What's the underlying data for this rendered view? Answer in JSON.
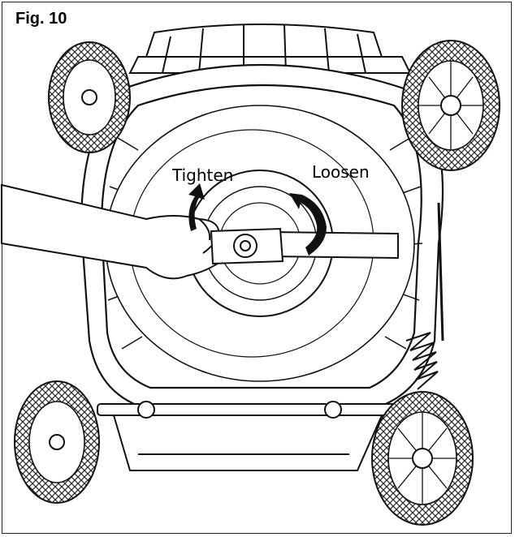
{
  "figure": {
    "label": "Fig. 10",
    "annotations": {
      "tighten": "Tighten",
      "loosen": "Loosen"
    }
  },
  "icons": [
    "lawn-mower-icon",
    "wheel-icon",
    "blade-icon",
    "wrench-icon",
    "hand-icon",
    "rotation-arrow-icon"
  ]
}
